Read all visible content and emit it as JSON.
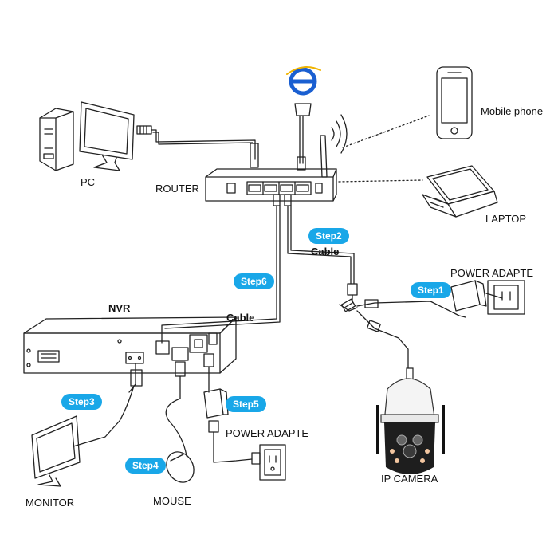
{
  "devices": {
    "pc": "PC",
    "router": "ROUTER",
    "mobile": "Mobile phone",
    "laptop": "LAPTOP",
    "nvr": "NVR",
    "monitor": "MONITOR",
    "mouse": "MOUSE",
    "ip_camera": "IP CAMERA",
    "power_adapter_camera": "POWER ADAPTE",
    "power_adapter_nvr": "POWER ADAPTE"
  },
  "cables": {
    "router_camera": "Cable",
    "router_nvr": "Cable"
  },
  "steps": {
    "step1": "Step1",
    "step2": "Step2",
    "step3": "Step3",
    "step4": "Step4",
    "step5": "Step5",
    "step6": "Step6"
  },
  "colors": {
    "step_badge": "#19a7e8",
    "browser_icon": "#1a5fd1",
    "line": "#222222"
  },
  "icons": [
    "browser-e-icon",
    "wifi-signal-icon"
  ]
}
